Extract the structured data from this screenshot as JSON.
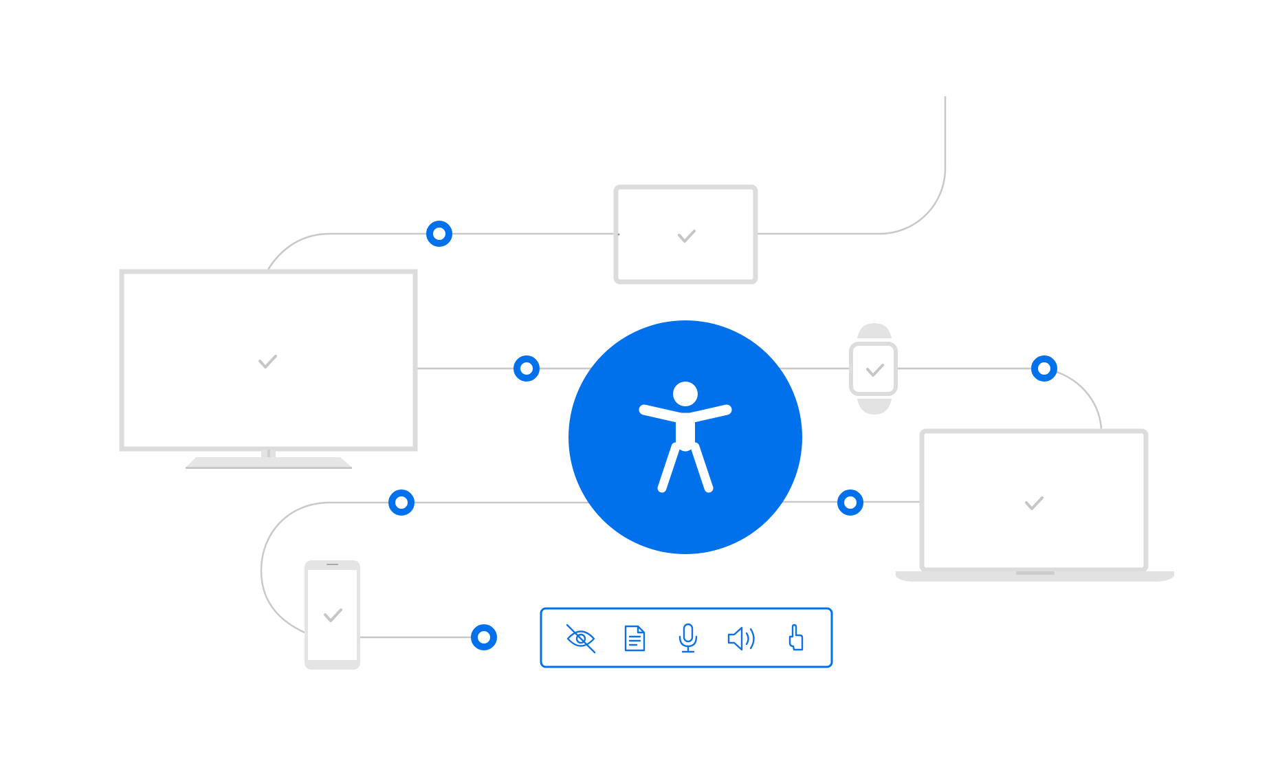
{
  "colors": {
    "accent": "#0070eb",
    "device_gray": "#dcdcdc",
    "connector_gray": "#c8c8c8",
    "background": "#ffffff"
  },
  "hub": {
    "icon": "accessibility-person-icon"
  },
  "devices": [
    {
      "id": "tablet",
      "icon": "checkmark-icon"
    },
    {
      "id": "monitor",
      "icon": "checkmark-icon"
    },
    {
      "id": "smartwatch",
      "icon": "checkmark-icon"
    },
    {
      "id": "laptop",
      "icon": "checkmark-icon"
    },
    {
      "id": "smartphone",
      "icon": "checkmark-icon"
    }
  ],
  "accessibility_toolbar": {
    "icons": [
      "eye-slash-icon",
      "document-icon",
      "microphone-icon",
      "speaker-volume-icon",
      "touch-hand-icon"
    ]
  }
}
